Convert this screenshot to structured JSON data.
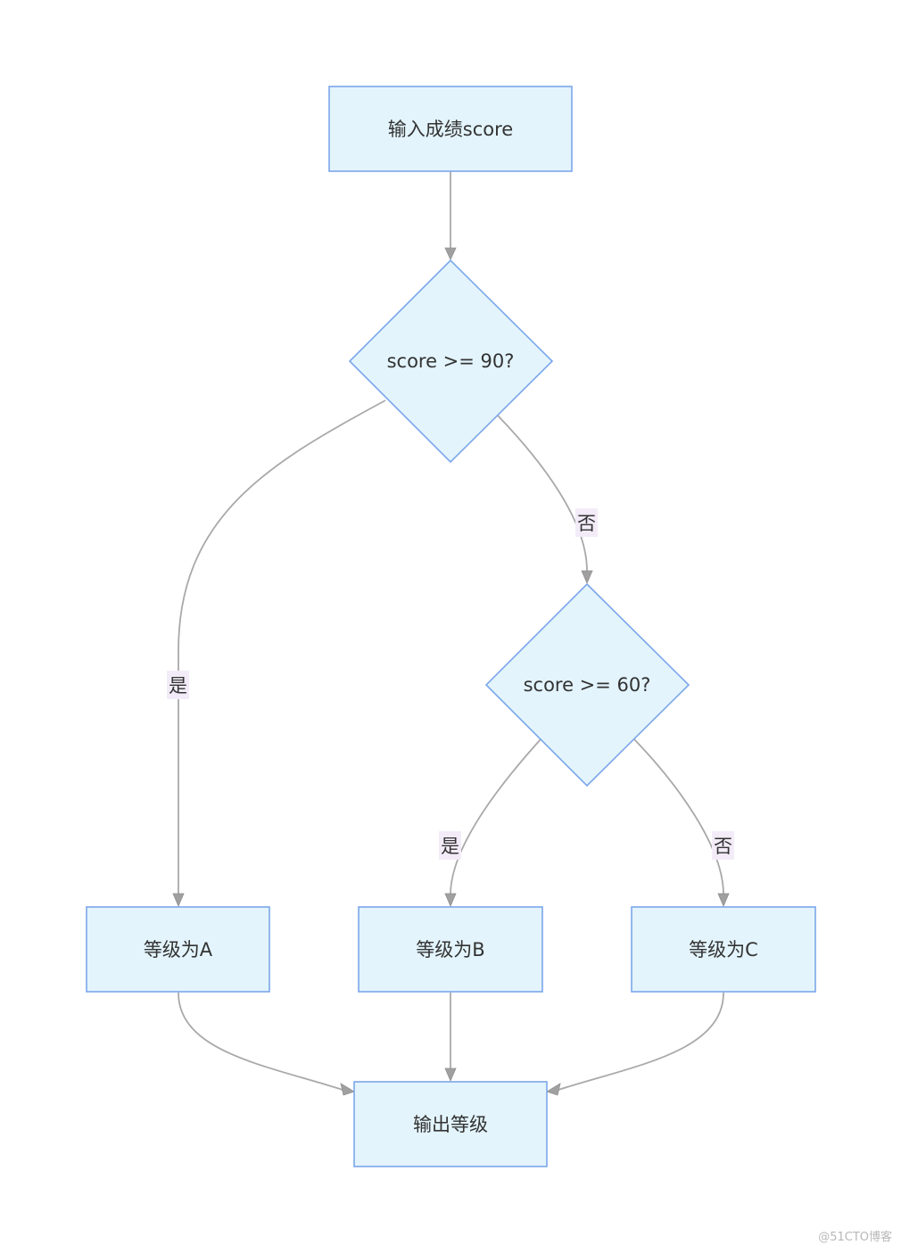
{
  "nodes": {
    "input": "输入成绩score",
    "check90": "score >= 90?",
    "check60": "score >= 60?",
    "gradeA": "等级为A",
    "gradeB": "等级为B",
    "gradeC": "等级为C",
    "output": "输出等级"
  },
  "edge_labels": {
    "check90_yes": "是",
    "check90_no": "否",
    "check60_yes": "是",
    "check60_no": "否"
  },
  "colors": {
    "node_fill": "#e3f4fc",
    "node_stroke": "#7ba7ea",
    "edge": "#a9a9a9",
    "label_bg": "#f3ecf8"
  },
  "watermark": "@51CTO博客"
}
